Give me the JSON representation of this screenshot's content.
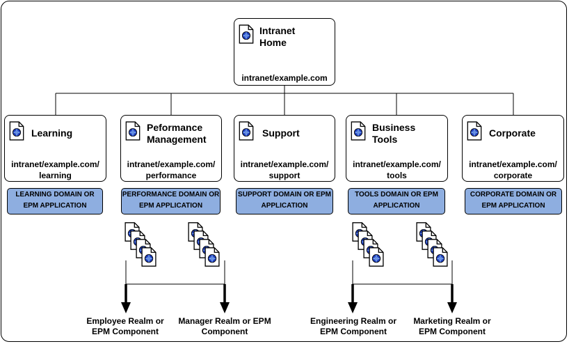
{
  "root": {
    "title": "Intranet Home",
    "url": "intranet/example.com"
  },
  "children": [
    {
      "title": "Learning",
      "url": "intranet/example.com/ learning",
      "domain": "LEARNING DOMAIN OR EPM APPLICATION"
    },
    {
      "title": "Peformance Management",
      "url": "intranet/example.com/ performance",
      "domain": "PERFORMANCE DOMAIN OR EPM APPLICATION"
    },
    {
      "title": "Support",
      "url": "intranet/example.com/ support",
      "domain": "SUPPORT DOMAIN OR EPM APPLICATION"
    },
    {
      "title": "Business Tools",
      "url": "intranet/example.com/ tools",
      "domain": "TOOLS DOMAIN OR EPM APPLICATION"
    },
    {
      "title": "Corporate",
      "url": "intranet/example.com/ corporate",
      "domain": "CORPORATE DOMAIN OR EPM APPLICATION"
    }
  ],
  "realms": [
    {
      "label": "Employee Realm or EPM Component"
    },
    {
      "label": "Manager Realm or EPM Component"
    },
    {
      "label": "Engineering Realm or EPM Component"
    },
    {
      "label": "Marketing Realm or EPM Component"
    }
  ],
  "colors": {
    "domain_fill": "#8eaee0",
    "doc_globe": "#1f3fbf"
  }
}
